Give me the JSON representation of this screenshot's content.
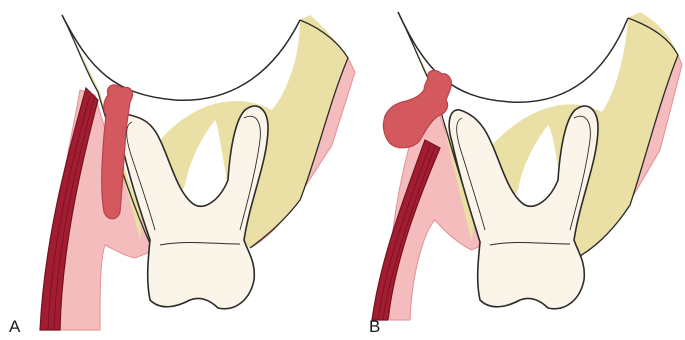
{
  "panels": [
    {
      "label": "A"
    },
    {
      "label": "B"
    }
  ],
  "colors": {
    "bone": "#eae0a5",
    "gingiva": "#f4bcbd",
    "mucosa_outline": "#e39095",
    "muscle": "#a31d32",
    "muscle_dark": "#74111f",
    "abscess": "#d3595e",
    "abscess_outline": "#b84349",
    "tooth": "#fbf4e8",
    "outline": "#2b2b2b"
  },
  "icons": [
    "tooth-icon",
    "abscess-shape",
    "buccinator-muscle-shape"
  ]
}
